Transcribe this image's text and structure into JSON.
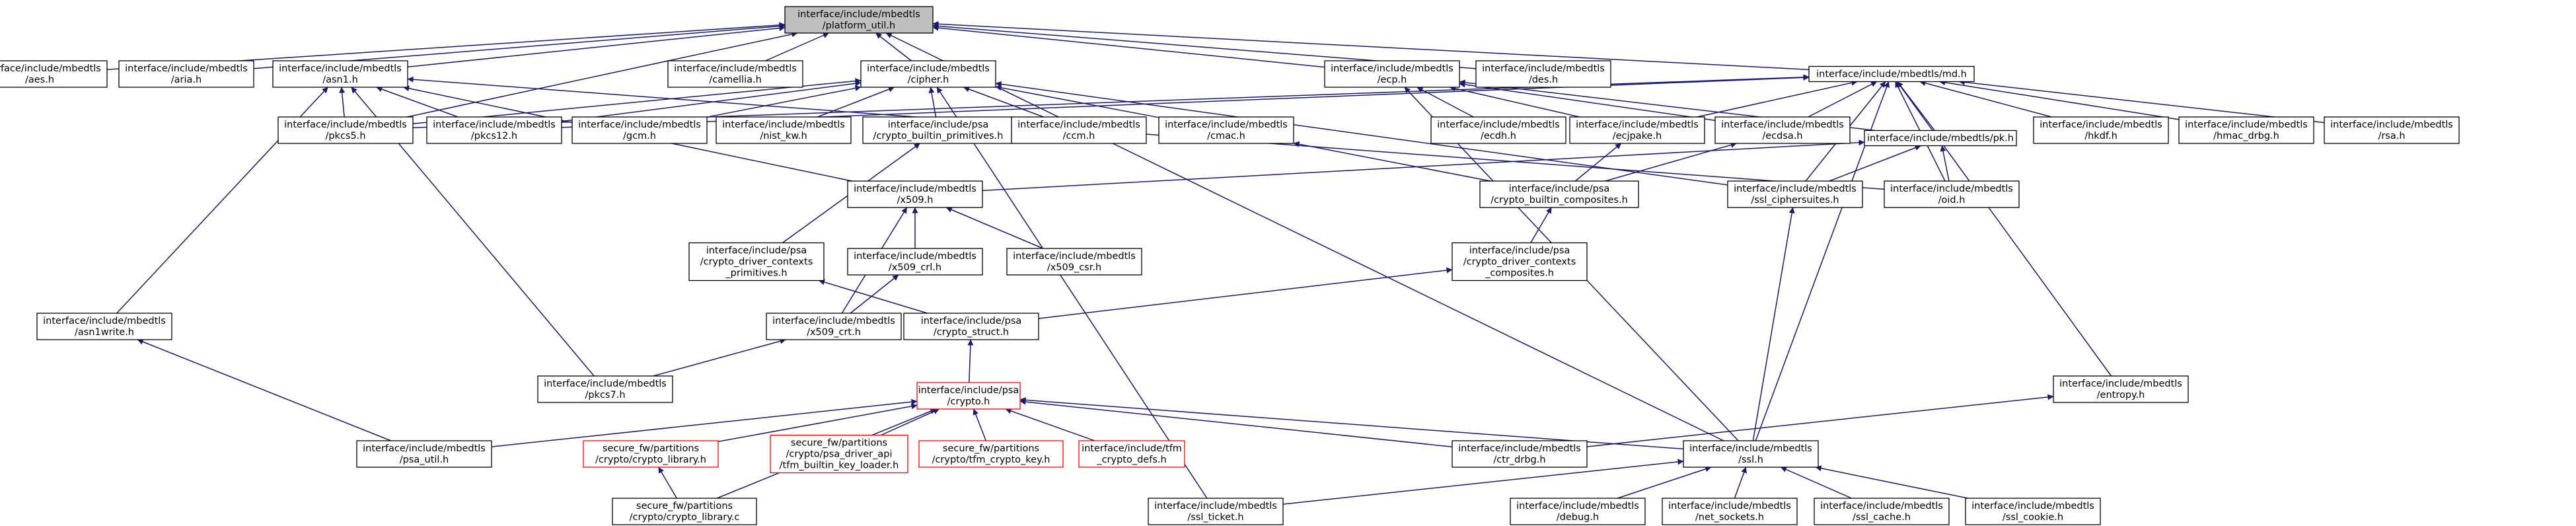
{
  "graph": {
    "edge_color": "#191970",
    "root_fill": "#bfbfbf",
    "highlight_border": "#ff0000",
    "nodes": [
      {
        "id": "platform_util",
        "lines": [
          "interface/include/mbedtls",
          "/platform_util.h"
        ],
        "style": "root"
      },
      {
        "id": "aes",
        "lines": [
          "interface/include/mbedtls",
          "/aes.h"
        ]
      },
      {
        "id": "aria",
        "lines": [
          "interface/include/mbedtls",
          "/aria.h"
        ]
      },
      {
        "id": "asn1",
        "lines": [
          "interface/include/mbedtls",
          "/asn1.h"
        ]
      },
      {
        "id": "camellia",
        "lines": [
          "interface/include/mbedtls",
          "/camellia.h"
        ]
      },
      {
        "id": "cipher",
        "lines": [
          "interface/include/mbedtls",
          "/cipher.h"
        ]
      },
      {
        "id": "ecp",
        "lines": [
          "interface/include/mbedtls",
          "/ecp.h"
        ]
      },
      {
        "id": "des",
        "lines": [
          "interface/include/mbedtls",
          "/des.h"
        ]
      },
      {
        "id": "md",
        "lines": [
          "interface/include/mbedtls/md.h"
        ]
      },
      {
        "id": "pkcs5",
        "lines": [
          "interface/include/mbedtls",
          "/pkcs5.h"
        ]
      },
      {
        "id": "pkcs12",
        "lines": [
          "interface/include/mbedtls",
          "/pkcs12.h"
        ]
      },
      {
        "id": "gcm",
        "lines": [
          "interface/include/mbedtls",
          "/gcm.h"
        ]
      },
      {
        "id": "nist_kw",
        "lines": [
          "interface/include/mbedtls",
          "/nist_kw.h"
        ]
      },
      {
        "id": "crypto_builtin_primitives",
        "lines": [
          "interface/include/psa",
          "/crypto_builtin_primitives.h"
        ]
      },
      {
        "id": "ccm",
        "lines": [
          "interface/include/mbedtls",
          "/ccm.h"
        ]
      },
      {
        "id": "cmac",
        "lines": [
          "interface/include/mbedtls",
          "/cmac.h"
        ]
      },
      {
        "id": "ecdh",
        "lines": [
          "interface/include/mbedtls",
          "/ecdh.h"
        ]
      },
      {
        "id": "ecjpake",
        "lines": [
          "interface/include/mbedtls",
          "/ecjpake.h"
        ]
      },
      {
        "id": "ecdsa",
        "lines": [
          "interface/include/mbedtls",
          "/ecdsa.h"
        ]
      },
      {
        "id": "hkdf",
        "lines": [
          "interface/include/mbedtls",
          "/hkdf.h"
        ]
      },
      {
        "id": "hmac_drbg",
        "lines": [
          "interface/include/mbedtls",
          "/hmac_drbg.h"
        ]
      },
      {
        "id": "rsa",
        "lines": [
          "interface/include/mbedtls",
          "/rsa.h"
        ]
      },
      {
        "id": "pk",
        "lines": [
          "interface/include/mbedtls/pk.h"
        ]
      },
      {
        "id": "x509",
        "lines": [
          "interface/include/mbedtls",
          "/x509.h"
        ]
      },
      {
        "id": "crypto_builtin_composites",
        "lines": [
          "interface/include/psa",
          "/crypto_builtin_composites.h"
        ]
      },
      {
        "id": "ssl_ciphersuites",
        "lines": [
          "interface/include/mbedtls",
          "/ssl_ciphersuites.h"
        ]
      },
      {
        "id": "oid",
        "lines": [
          "interface/include/mbedtls",
          "/oid.h"
        ]
      },
      {
        "id": "crypto_driver_contexts_primitives",
        "lines": [
          "interface/include/psa",
          "/crypto_driver_contexts",
          "_primitives.h"
        ]
      },
      {
        "id": "x509_crl",
        "lines": [
          "interface/include/mbedtls",
          "/x509_crl.h"
        ]
      },
      {
        "id": "x509_csr",
        "lines": [
          "interface/include/mbedtls",
          "/x509_csr.h"
        ]
      },
      {
        "id": "crypto_driver_contexts_composites",
        "lines": [
          "interface/include/psa",
          "/crypto_driver_contexts",
          "_composites.h"
        ]
      },
      {
        "id": "asn1write",
        "lines": [
          "interface/include/mbedtls",
          "/asn1write.h"
        ]
      },
      {
        "id": "x509_crt",
        "lines": [
          "interface/include/mbedtls",
          "/x509_crt.h"
        ]
      },
      {
        "id": "crypto_struct",
        "lines": [
          "interface/include/psa",
          "/crypto_struct.h"
        ]
      },
      {
        "id": "entropy",
        "lines": [
          "interface/include/mbedtls",
          "/entropy.h"
        ]
      },
      {
        "id": "pkcs7",
        "lines": [
          "interface/include/mbedtls",
          "/pkcs7.h"
        ]
      },
      {
        "id": "psa_crypto",
        "lines": [
          "interface/include/psa",
          "/crypto.h"
        ],
        "style": "red"
      },
      {
        "id": "psa_util",
        "lines": [
          "interface/include/mbedtls",
          "/psa_util.h"
        ]
      },
      {
        "id": "crypto_library_h",
        "lines": [
          "secure_fw/partitions",
          "/crypto/crypto_library.h"
        ],
        "style": "red"
      },
      {
        "id": "tfm_builtin_key_loader",
        "lines": [
          "secure_fw/partitions",
          "/crypto/psa_driver_api",
          "/tfm_builtin_key_loader.h"
        ],
        "style": "red"
      },
      {
        "id": "tfm_crypto_key",
        "lines": [
          "secure_fw/partitions",
          "/crypto/tfm_crypto_key.h"
        ],
        "style": "red"
      },
      {
        "id": "tfm_crypto_defs",
        "lines": [
          "interface/include/tfm",
          "_crypto_defs.h"
        ],
        "style": "red"
      },
      {
        "id": "ctr_drbg",
        "lines": [
          "interface/include/mbedtls",
          "/ctr_drbg.h"
        ]
      },
      {
        "id": "ssl",
        "lines": [
          "interface/include/mbedtls",
          "/ssl.h"
        ]
      },
      {
        "id": "crypto_library_c",
        "lines": [
          "secure_fw/partitions",
          "/crypto/crypto_library.c"
        ]
      },
      {
        "id": "ssl_ticket",
        "lines": [
          "interface/include/mbedtls",
          "/ssl_ticket.h"
        ]
      },
      {
        "id": "debug",
        "lines": [
          "interface/include/mbedtls",
          "/debug.h"
        ]
      },
      {
        "id": "net_sockets",
        "lines": [
          "interface/include/mbedtls",
          "/net_sockets.h"
        ]
      },
      {
        "id": "ssl_cache",
        "lines": [
          "interface/include/mbedtls",
          "/ssl_cache.h"
        ]
      },
      {
        "id": "ssl_cookie",
        "lines": [
          "interface/include/mbedtls",
          "/ssl_cookie.h"
        ]
      }
    ],
    "edges": [
      [
        "aes",
        "platform_util"
      ],
      [
        "aria",
        "platform_util"
      ],
      [
        "asn1",
        "platform_util"
      ],
      [
        "camellia",
        "platform_util"
      ],
      [
        "cipher",
        "platform_util"
      ],
      [
        "ecp",
        "platform_util"
      ],
      [
        "des",
        "platform_util"
      ],
      [
        "md",
        "platform_util"
      ],
      [
        "pkcs5",
        "platform_util"
      ],
      [
        "ssl",
        "platform_util"
      ],
      [
        "pkcs5",
        "asn1"
      ],
      [
        "pkcs12",
        "asn1"
      ],
      [
        "x509",
        "asn1"
      ],
      [
        "asn1write",
        "asn1"
      ],
      [
        "pkcs7",
        "asn1"
      ],
      [
        "oid",
        "asn1"
      ],
      [
        "pkcs5",
        "cipher"
      ],
      [
        "pkcs12",
        "cipher"
      ],
      [
        "gcm",
        "cipher"
      ],
      [
        "nist_kw",
        "cipher"
      ],
      [
        "crypto_builtin_primitives",
        "cipher"
      ],
      [
        "ccm",
        "cipher"
      ],
      [
        "cmac",
        "cipher"
      ],
      [
        "ssl_ciphersuites",
        "cipher"
      ],
      [
        "ssl_ticket",
        "cipher"
      ],
      [
        "ecdh",
        "ecp"
      ],
      [
        "ecjpake",
        "ecp"
      ],
      [
        "ecdsa",
        "ecp"
      ],
      [
        "pk",
        "ecp"
      ],
      [
        "ssl",
        "ecp"
      ],
      [
        "pkcs5",
        "md"
      ],
      [
        "pkcs12",
        "md"
      ],
      [
        "ecjpake",
        "md"
      ],
      [
        "ecdsa",
        "md"
      ],
      [
        "hkdf",
        "md"
      ],
      [
        "hmac_drbg",
        "md"
      ],
      [
        "rsa",
        "md"
      ],
      [
        "pk",
        "md"
      ],
      [
        "ssl_ciphersuites",
        "md"
      ],
      [
        "oid",
        "md"
      ],
      [
        "entropy",
        "md"
      ],
      [
        "ssl",
        "md"
      ],
      [
        "x509",
        "pk"
      ],
      [
        "ssl_ciphersuites",
        "pk"
      ],
      [
        "oid",
        "pk"
      ],
      [
        "crypto_builtin_composites",
        "cmac"
      ],
      [
        "crypto_builtin_composites",
        "ecjpake"
      ],
      [
        "crypto_builtin_composites",
        "ecdsa"
      ],
      [
        "crypto_driver_contexts_primitives",
        "crypto_builtin_primitives"
      ],
      [
        "x509_crl",
        "x509"
      ],
      [
        "x509_csr",
        "x509"
      ],
      [
        "x509_crt",
        "x509"
      ],
      [
        "x509_crt",
        "x509_crl"
      ],
      [
        "crypto_driver_contexts_composites",
        "crypto_builtin_composites"
      ],
      [
        "ssl",
        "ssl_ciphersuites"
      ],
      [
        "crypto_struct",
        "crypto_driver_contexts_primitives"
      ],
      [
        "crypto_struct",
        "crypto_driver_contexts_composites"
      ],
      [
        "pkcs7",
        "x509_crt"
      ],
      [
        "psa_util",
        "asn1write"
      ],
      [
        "psa_crypto",
        "crypto_struct"
      ],
      [
        "psa_util",
        "psa_crypto"
      ],
      [
        "crypto_library_h",
        "psa_crypto"
      ],
      [
        "tfm_builtin_key_loader",
        "psa_crypto"
      ],
      [
        "tfm_crypto_key",
        "psa_crypto"
      ],
      [
        "tfm_crypto_defs",
        "psa_crypto"
      ],
      [
        "ctr_drbg",
        "psa_crypto"
      ],
      [
        "ssl",
        "psa_crypto"
      ],
      [
        "crypto_library_c",
        "psa_crypto"
      ],
      [
        "crypto_library_c",
        "crypto_library_h"
      ],
      [
        "ctr_drbg",
        "entropy"
      ],
      [
        "ssl_ticket",
        "ssl"
      ],
      [
        "debug",
        "ssl"
      ],
      [
        "net_sockets",
        "ssl"
      ],
      [
        "ssl_cache",
        "ssl"
      ],
      [
        "ssl_cookie",
        "ssl"
      ]
    ]
  }
}
